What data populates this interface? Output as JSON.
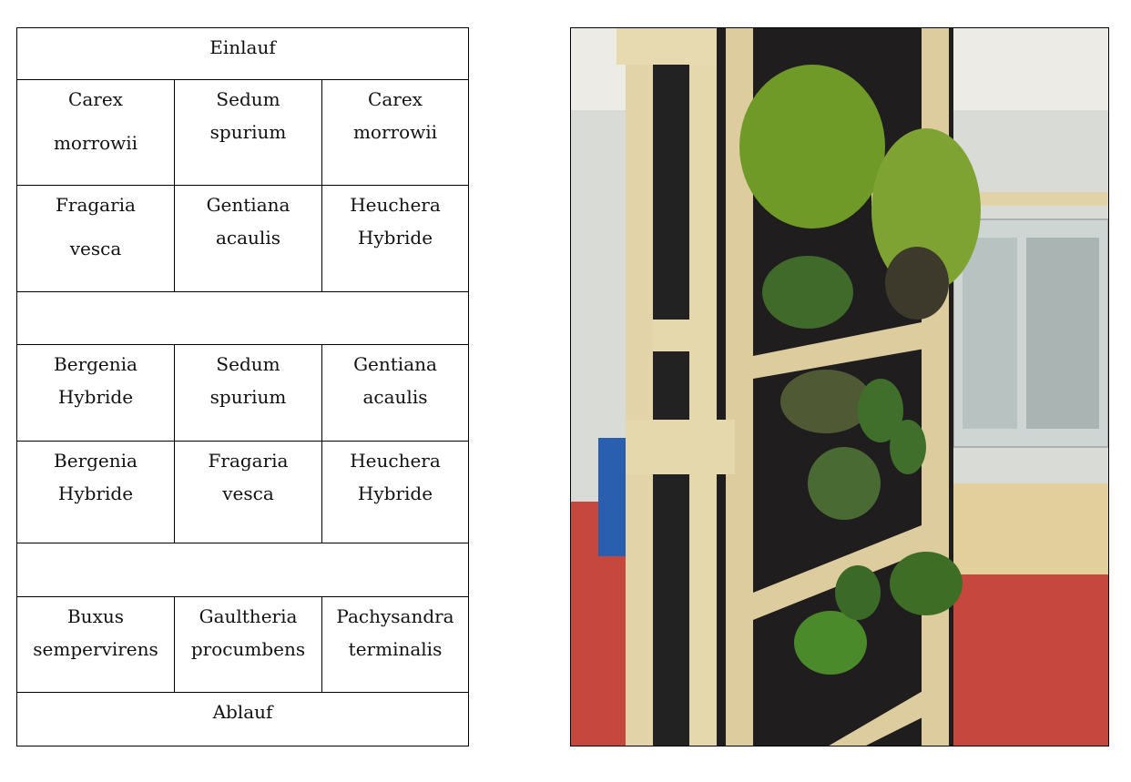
{
  "table": {
    "header": "Einlauf",
    "footer": "Ablauf",
    "rows": [
      {
        "cells": [
          [
            "Carex",
            "morrowii"
          ],
          [
            "Sedum",
            "spurium"
          ],
          [
            "Carex",
            "morrowii"
          ]
        ],
        "spread_first": true
      },
      {
        "cells": [
          [
            "Fragaria",
            "vesca"
          ],
          [
            "Gentiana",
            "acaulis"
          ],
          [
            "Heuchera",
            "Hybride"
          ]
        ],
        "spread_first": true
      },
      {
        "cells": [
          [
            "Bergenia",
            "Hybride"
          ],
          [
            "Sedum",
            "spurium"
          ],
          [
            "Gentiana",
            "acaulis"
          ]
        ]
      },
      {
        "cells": [
          [
            "Bergenia",
            "Hybride"
          ],
          [
            "Fragaria",
            "vesca"
          ],
          [
            "Heuchera",
            "Hybride"
          ]
        ]
      },
      {
        "cells": [
          [
            "Buxus",
            "sempervirens"
          ],
          [
            "Gaultheria",
            "procumbens"
          ],
          [
            "Pachysandra",
            "terminalis"
          ]
        ]
      }
    ]
  },
  "photo": {
    "icon": "vertical-garden-photo"
  }
}
